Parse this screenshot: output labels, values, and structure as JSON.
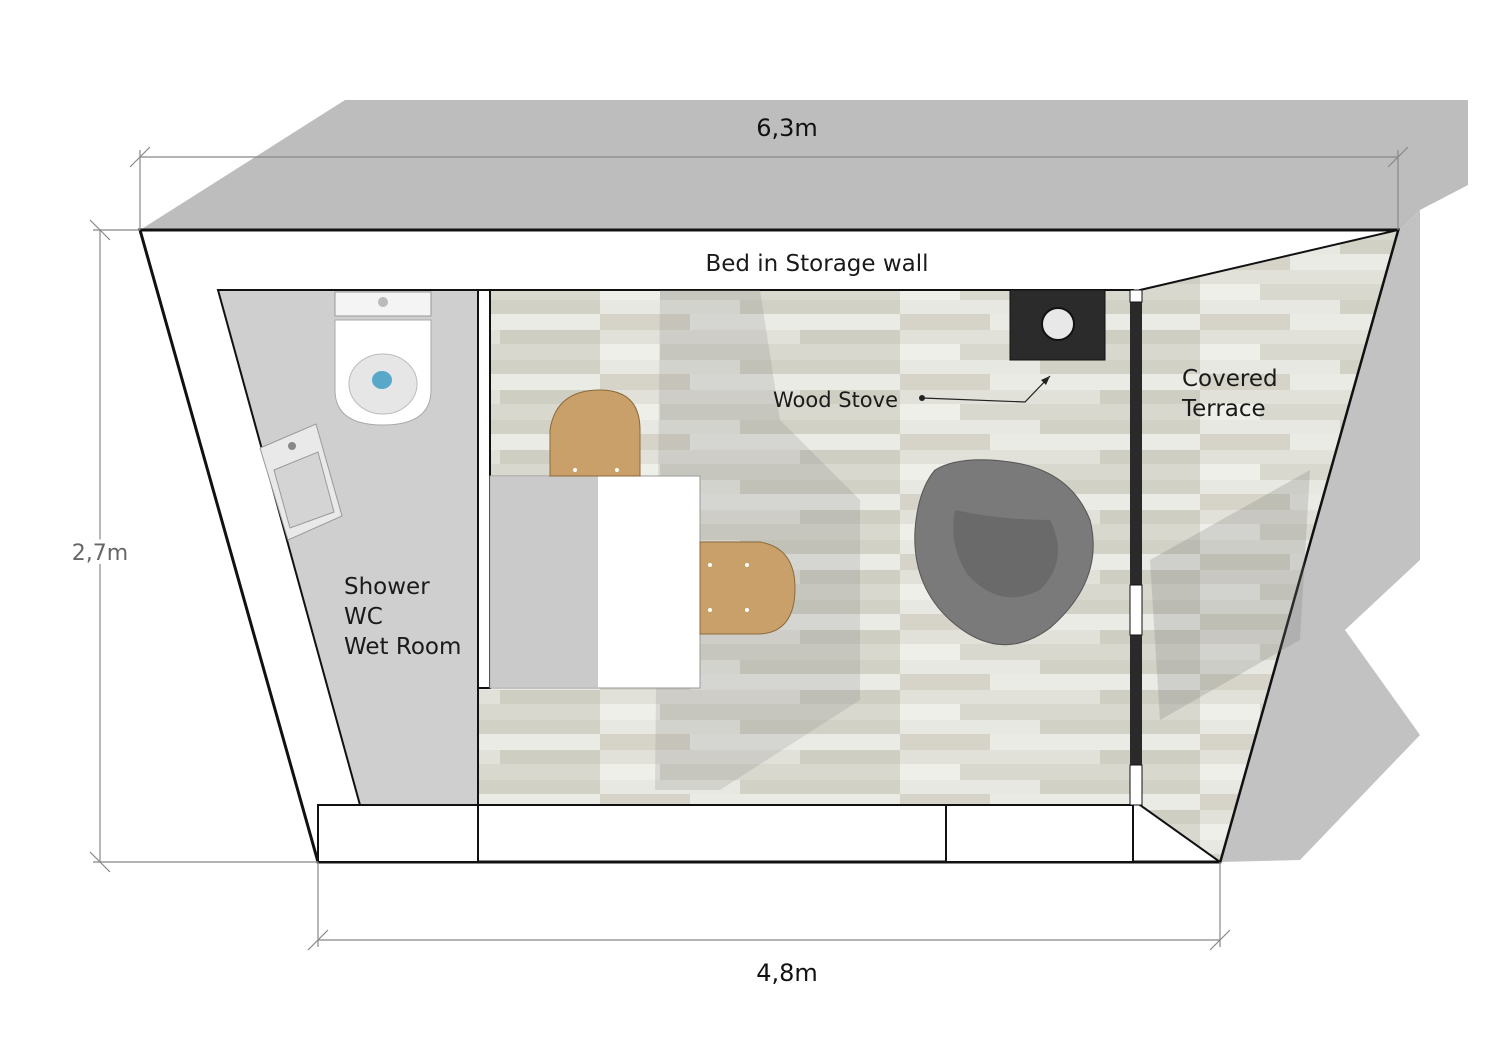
{
  "dimensions": {
    "top_width": "6,3m",
    "bottom_width": "4,8m",
    "height": "2,7m"
  },
  "rooms": {
    "bed_wall": "Bed in Storage wall",
    "wood_stove": "Wood Stove",
    "terrace_line1": "Covered",
    "terrace_line2": "Terrace",
    "wet_line1": "Shower",
    "wet_line2": "WC",
    "wet_line3": "Wet Room"
  },
  "colors": {
    "shadow": "#bcbcbc",
    "wall": "#ffffff",
    "outline": "#111111",
    "floor": "#dcdcd4",
    "wet_room_floor": "#cdcdcd",
    "wood": "#c9a06a",
    "chair_grey": "#7a7a7a",
    "stove": "#2b2b2b",
    "dim_line": "#888888"
  }
}
